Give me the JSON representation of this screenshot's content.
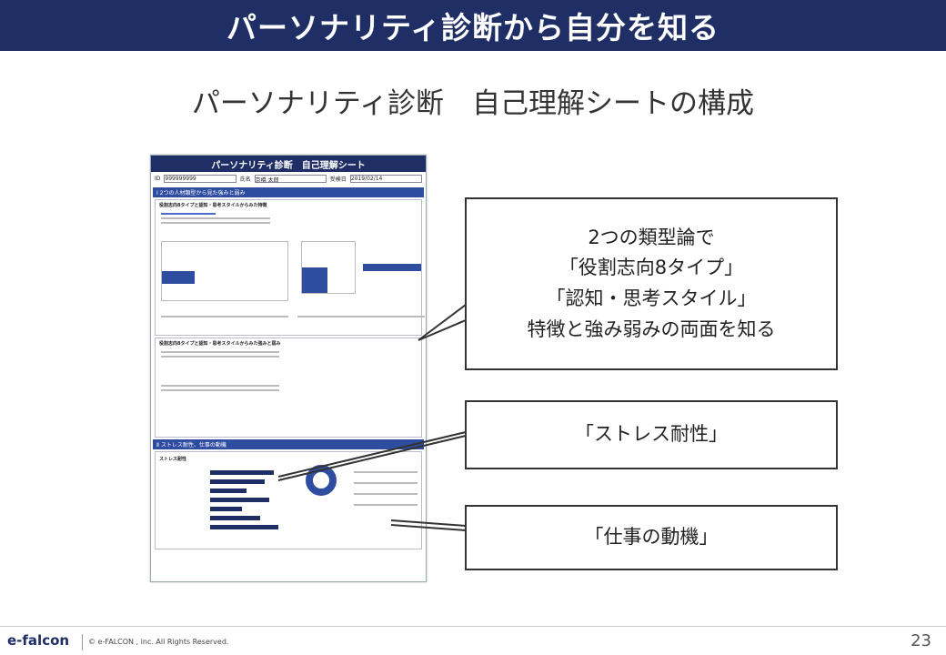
{
  "header": {
    "title": "パーソナリティ診断から自分を知る"
  },
  "subtitle": "パーソナリティ診断　自己理解シートの構成",
  "sheet": {
    "title": "パーソナリティ診断　自己理解シート",
    "id_label": "ID",
    "id_value": "999999999",
    "name_label": "氏名",
    "name_value": "京橋 太郎",
    "date_label": "受検日",
    "date_value": "2019/02/14",
    "section1": "Ⅰ 2つの人材類型から見た強みと弱み",
    "section2": "Ⅱ ストレス耐性、仕事の動機",
    "panel_a": "役割志向8タイプと認知・思考スタイルからみた特徴",
    "panel_b": "役割志向8タイプと認知・思考スタイルからみた強みと弱み",
    "stress_label": "ストレス耐性"
  },
  "callouts": {
    "c1": [
      "2つの類型論で",
      "「役割志向8タイプ」",
      "「認知・思考スタイル」",
      "特徴と強み弱みの両面を知る"
    ],
    "c2": "「ストレス耐性」",
    "c3": "「仕事の動機」"
  },
  "footer": {
    "logo": "e-falcon",
    "copyright": "© e-FALCON , inc. All Rights Reserved.",
    "page": "23"
  },
  "colors": {
    "navy": "#1f2f66",
    "blue": "#2e4da0"
  }
}
